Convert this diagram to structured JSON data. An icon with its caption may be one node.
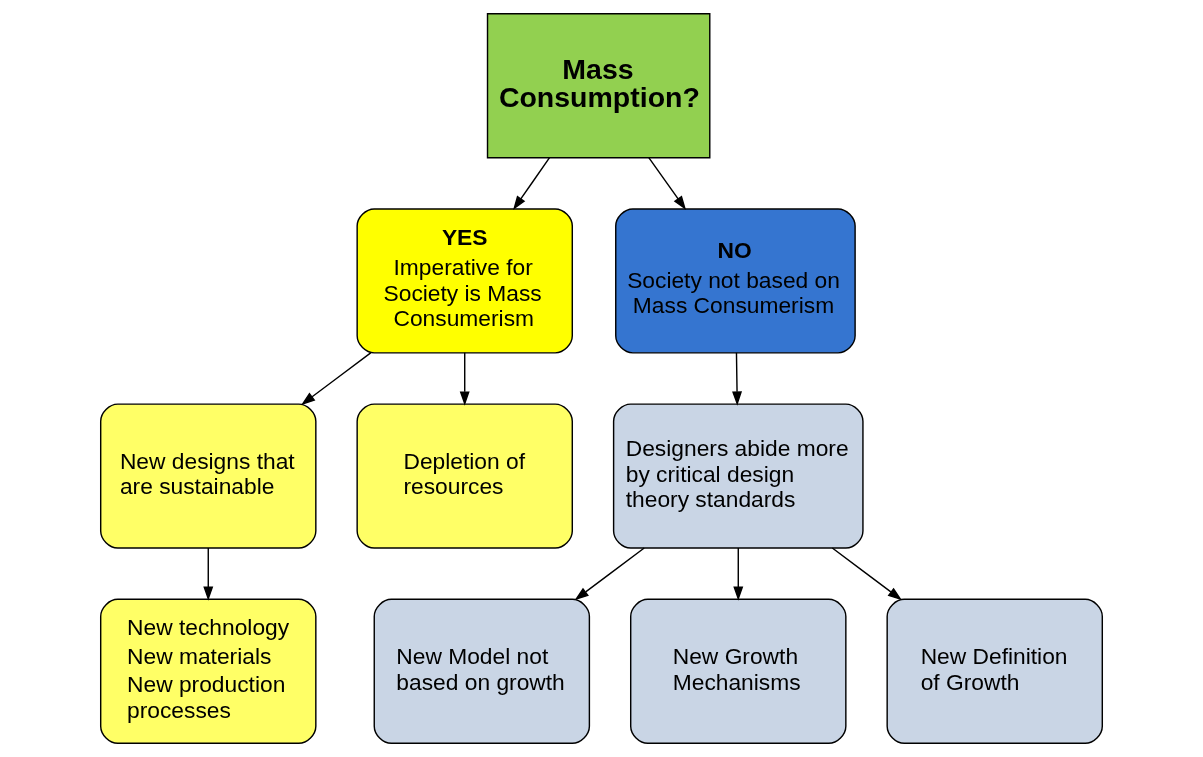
{
  "diagram": {
    "nodes": [
      {
        "text": [
          "Mass Consumption?"
        ]
      },
      {
        "text": [
          "YES",
          "Imperative for Society is Mass Consumerism"
        ]
      },
      {
        "text": [
          "NO",
          "Society not based on Mass Consumerism"
        ]
      },
      {
        "text": [
          "New designs that are sustainable"
        ]
      },
      {
        "text": [
          "Depletion of resources"
        ]
      },
      {
        "text": [
          "Designers abide more by critical design theory standards"
        ]
      },
      {
        "text": [
          "New technology",
          "New materials",
          "New production processes"
        ]
      },
      {
        "text": [
          "New Model not based on growth"
        ]
      },
      {
        "text": [
          "New Growth Mechanisms"
        ]
      },
      {
        "text": [
          "New Definition of Growth"
        ]
      }
    ],
    "edges": [
      {
        "from": 0,
        "to": 1,
        "arrow": "to"
      },
      {
        "from": 0,
        "to": 2,
        "arrow": "to"
      },
      {
        "from": 1,
        "to": 3,
        "arrow": "to"
      },
      {
        "from": 1,
        "to": 4,
        "arrow": "to"
      },
      {
        "from": 2,
        "to": 5,
        "arrow": "to"
      },
      {
        "from": 3,
        "to": 6,
        "arrow": "to"
      },
      {
        "from": 5,
        "to": 7,
        "arrow": "to"
      },
      {
        "from": 5,
        "to": 8,
        "arrow": "to"
      },
      {
        "from": 5,
        "to": 9,
        "arrow": "to"
      }
    ]
  }
}
